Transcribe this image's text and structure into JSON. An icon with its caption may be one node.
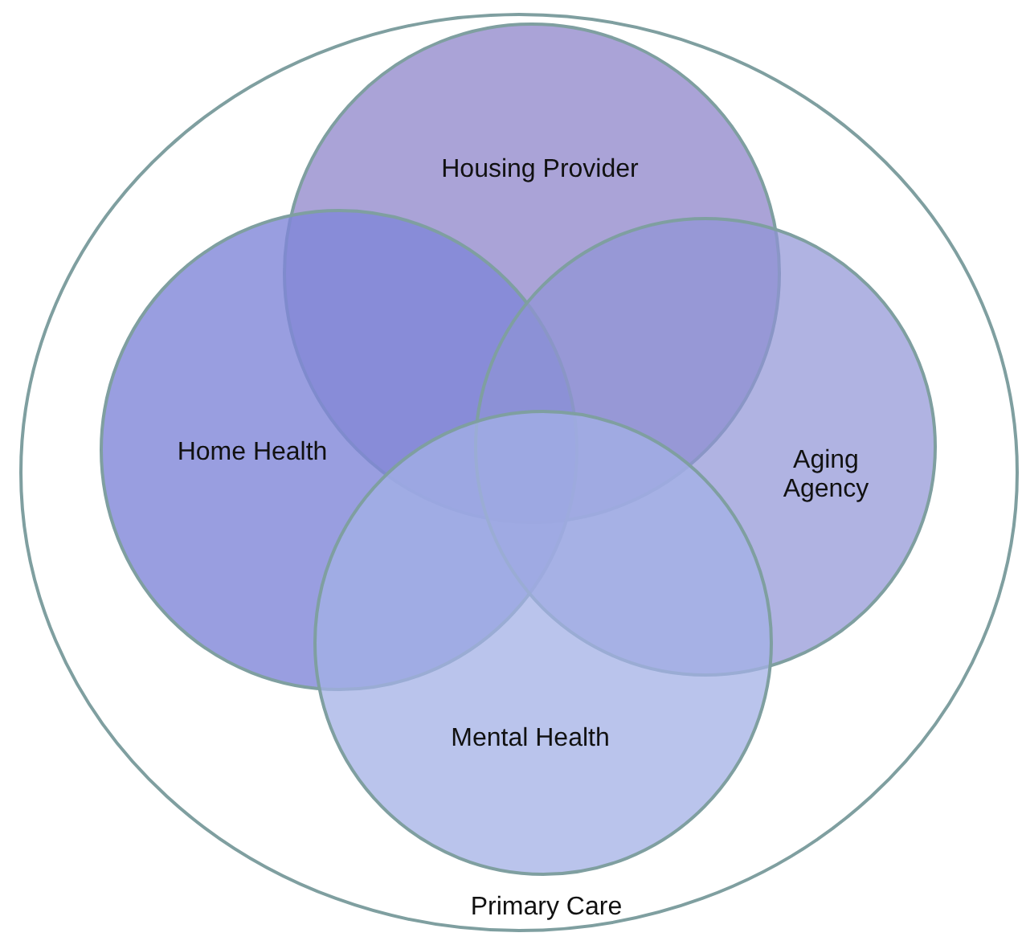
{
  "diagram": {
    "nodes": [
      {
        "text": [
          "Primary Care"
        ]
      },
      {
        "text": [
          "Housing Provider"
        ],
        "in": 0
      },
      {
        "text": [
          "Home Health"
        ],
        "in": 0
      },
      {
        "text": [
          "Aging Agency"
        ],
        "in": 0
      },
      {
        "text": [
          "Mental Health"
        ],
        "in": 0
      }
    ]
  }
}
